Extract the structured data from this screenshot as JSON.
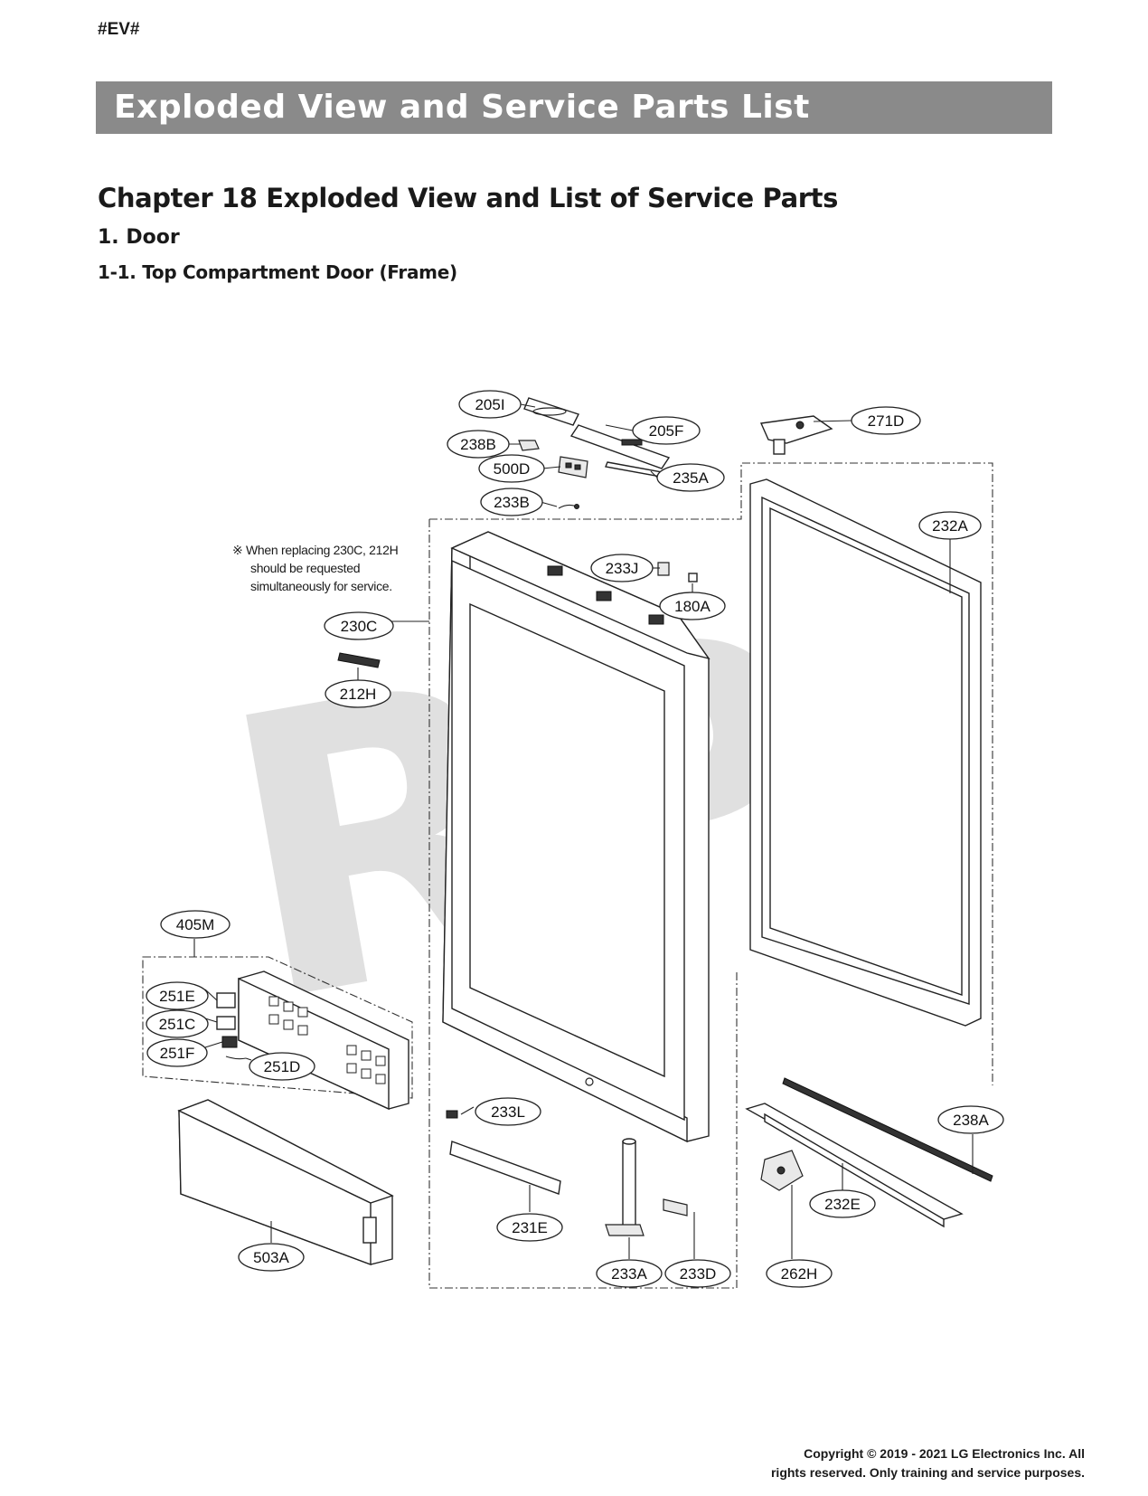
{
  "header": {
    "tag": "#EV#",
    "banner_title": "Exploded View and Service Parts List"
  },
  "headings": {
    "chapter": "Chapter 18 Exploded View and List of Service Parts",
    "section": "1. Door",
    "subsection": "1-1. Top Compartment Door (Frame)"
  },
  "note": {
    "line1": "※ When replacing 230C, 212H",
    "line2": "should be requested",
    "line3": "simultaneously for service."
  },
  "watermark": "RPI",
  "callouts": {
    "c205I": "205I",
    "c205F": "205F",
    "c271D": "271D",
    "c238B": "238B",
    "c500D": "500D",
    "c235A": "235A",
    "c233B": "233B",
    "c232A": "232A",
    "c233J": "233J",
    "c180A": "180A",
    "c230C": "230C",
    "c212H": "212H",
    "c405M": "405M",
    "c251E": "251E",
    "c251C": "251C",
    "c251F": "251F",
    "c251D": "251D",
    "c233L": "233L",
    "c238A": "238A",
    "c231E": "231E",
    "c232E": "232E",
    "c503A": "503A",
    "c233A": "233A",
    "c233D": "233D",
    "c262H": "262H"
  },
  "footer": {
    "copyright_line1": "Copyright © 2019 - 2021 LG Electronics Inc. All",
    "copyright_line2": "rights reserved. Only training and service purposes."
  }
}
